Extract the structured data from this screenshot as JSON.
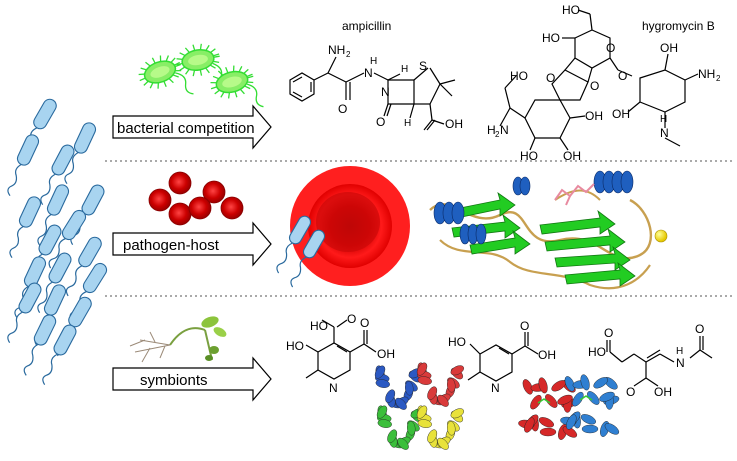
{
  "rows": {
    "competition": {
      "label": "bacterial competition",
      "compound_1": "ampicillin",
      "compound_2": "hygromycin B"
    },
    "pathogen_host": {
      "label": "pathogen-host"
    },
    "symbionts": {
      "label": "symbionts"
    }
  },
  "atoms": {
    "ampicillin": {
      "nh2": "NH",
      "nh2_sub": "2",
      "h1": "H",
      "n1": "N",
      "s": "S",
      "o1": "O",
      "n2": "N",
      "o2": "O",
      "oh": "OH",
      "h2": "H",
      "h3": "H"
    },
    "hygromycin": {
      "ho_top": "HO",
      "oh_ring": "HO",
      "o_ring": "O",
      "o_a": "O",
      "o_b": "O",
      "oh1": "OH",
      "nh2_r": "NH",
      "nh2_r_sub": "2",
      "ho_left": "HO",
      "h2n": "H",
      "h2n_sub": "2",
      "h2n_n": "N",
      "oh2": "OH",
      "ho_bot": "HO",
      "oh3": "OH",
      "oh4": "OH",
      "h_n": "H",
      "n_me": "N",
      "oh_top2": "OH",
      "o_link": "O"
    },
    "pyridine1": {
      "ho_top": "HO",
      "o_top": "O",
      "oh": "OH",
      "o_r": "O",
      "ho": "HO",
      "n": "N"
    },
    "pyridine2": {
      "ho": "HO",
      "o": "O",
      "oh": "OH",
      "n": "N"
    },
    "acid": {
      "o1": "O",
      "ho": "HO",
      "o2": "O",
      "h": "H",
      "n": "N",
      "o3": "O",
      "oh": "OH"
    }
  },
  "colors": {
    "bacteria_fill": "#a8d4f0",
    "bacteria_stroke": "#2a6a9e",
    "competitor_green": "#33dd33",
    "rbc_red": "#e60000",
    "helix_blue": "#1f5fbf",
    "sheet_green": "#22cc22",
    "loop_tan": "#c8a050",
    "divider": "#777777"
  }
}
